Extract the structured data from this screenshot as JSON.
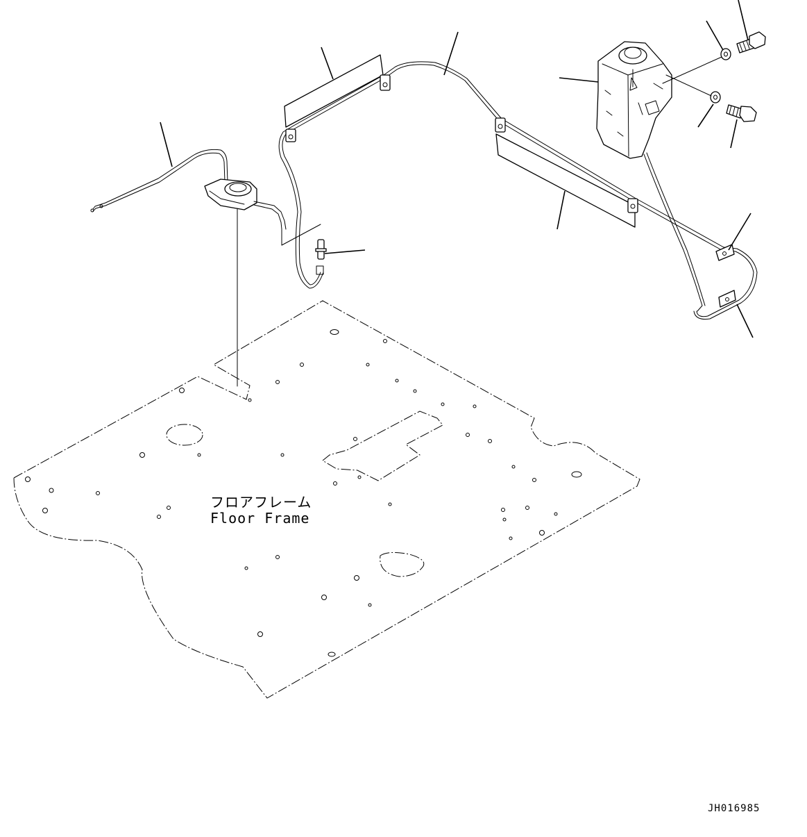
{
  "diagram": {
    "floor_frame_label_jp": "フロアフレーム",
    "floor_frame_label_en": "Floor Frame",
    "drawing_id": "JH016985"
  }
}
